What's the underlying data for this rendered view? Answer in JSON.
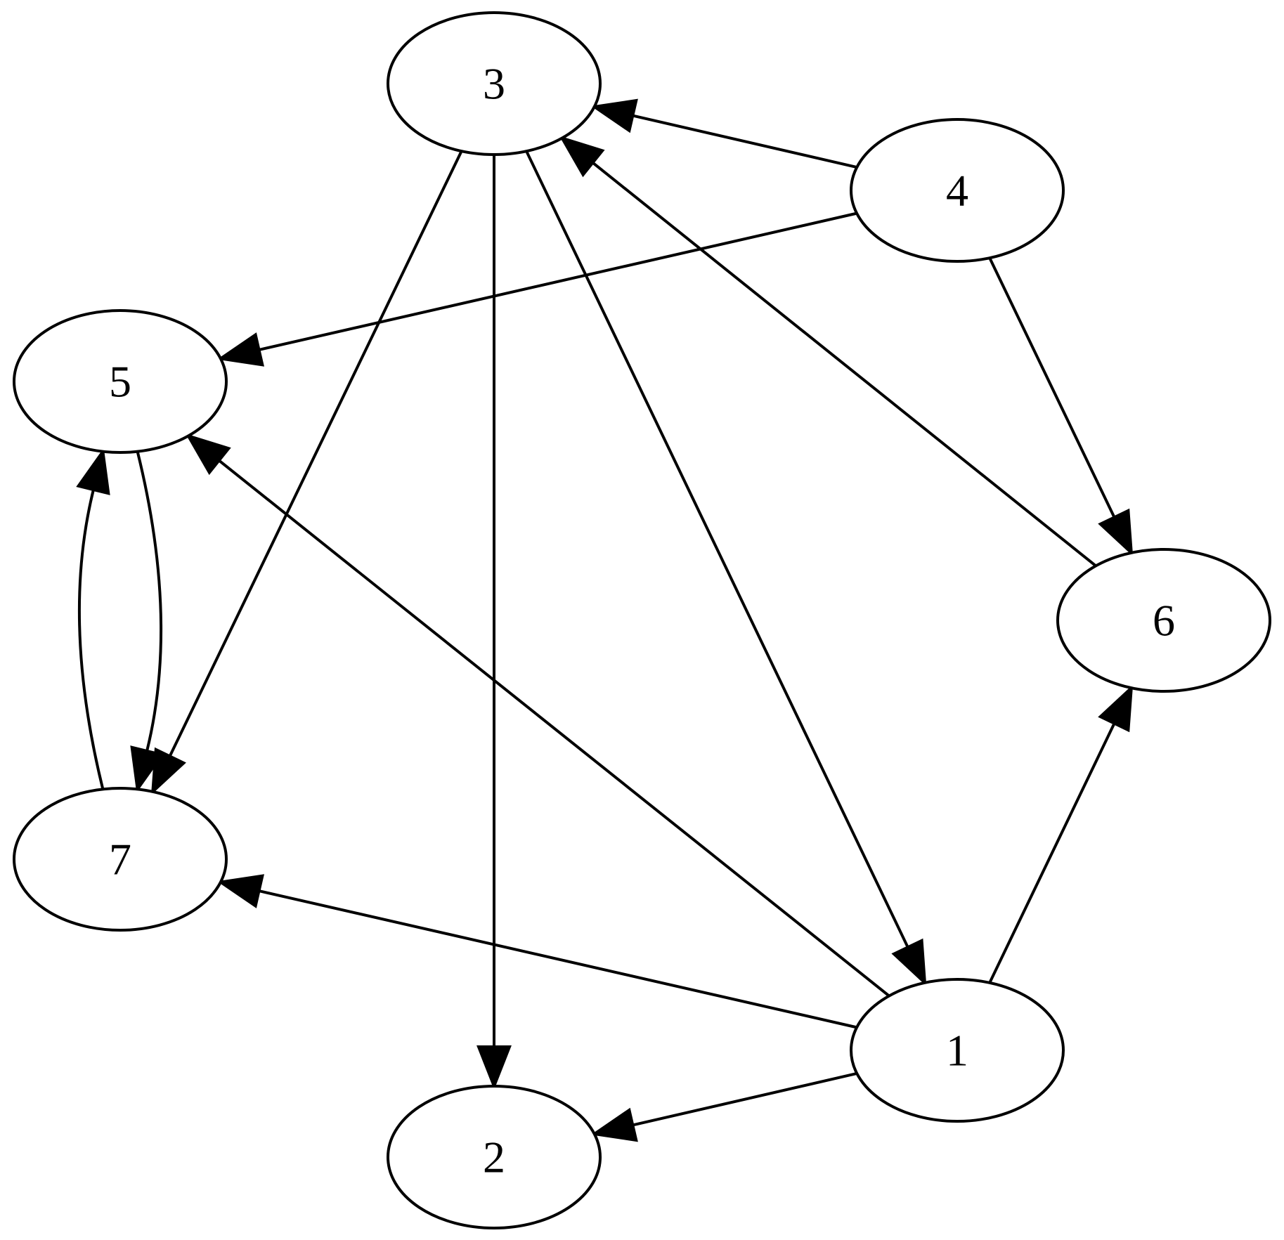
{
  "nodes": [
    {
      "id": "1",
      "label": "1"
    },
    {
      "id": "2",
      "label": "2"
    },
    {
      "id": "3",
      "label": "3"
    },
    {
      "id": "4",
      "label": "4"
    },
    {
      "id": "5",
      "label": "5"
    },
    {
      "id": "6",
      "label": "6"
    },
    {
      "id": "7",
      "label": "7"
    }
  ],
  "edges": [
    {
      "from": "4",
      "to": "3"
    },
    {
      "from": "4",
      "to": "5"
    },
    {
      "from": "4",
      "to": "6"
    },
    {
      "from": "6",
      "to": "3"
    },
    {
      "from": "3",
      "to": "7"
    },
    {
      "from": "3",
      "to": "2"
    },
    {
      "from": "3",
      "to": "1"
    },
    {
      "from": "1",
      "to": "5"
    },
    {
      "from": "1",
      "to": "7"
    },
    {
      "from": "1",
      "to": "2"
    },
    {
      "from": "1",
      "to": "6"
    },
    {
      "from": "5",
      "to": "7"
    },
    {
      "from": "7",
      "to": "5"
    }
  ],
  "colors": {
    "stroke": "#000000",
    "fill": "#ffffff"
  }
}
